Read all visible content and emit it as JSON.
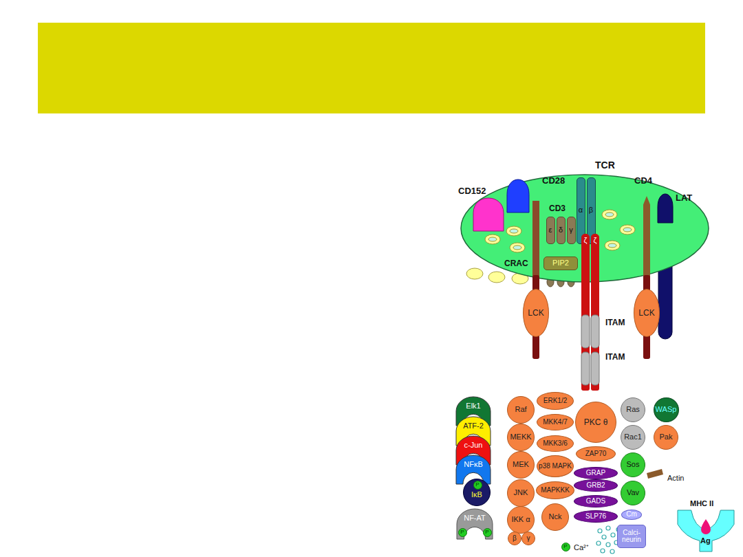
{
  "diagram": {
    "nodes": [
      {
        "text": [
          "CD152"
        ]
      },
      {
        "text": [
          "CD28"
        ]
      },
      {
        "text": [
          "α"
        ]
      },
      {
        "text": [
          "β"
        ]
      },
      {
        "text": [
          "CD4"
        ]
      },
      {
        "text": [
          "LAT"
        ]
      },
      {
        "text": [
          "ε"
        ]
      },
      {
        "text": [
          "δ"
        ]
      },
      {
        "text": [
          "γ"
        ]
      },
      {
        "text": [
          "PIP2"
        ]
      },
      {
        "text": [
          "LCK"
        ]
      },
      {
        "text": [
          "ζ"
        ]
      },
      {
        "text": [
          "ζ"
        ]
      },
      {
        "text": [
          "LCK"
        ]
      },
      {
        "text": [
          "Elk1"
        ]
      },
      {
        "text": [
          "ATF-2"
        ]
      },
      {
        "text": [
          "c-Jun"
        ]
      },
      {
        "text": [
          "NFκB"
        ]
      },
      {
        "text": [
          "IκB"
        ]
      },
      {
        "text": [
          "P"
        ],
        "in": 18
      },
      {
        "text": [
          "NF-AT"
        ]
      },
      {
        "text": [
          "P"
        ],
        "in": 20
      },
      {
        "text": [
          "P"
        ],
        "in": 20
      },
      {
        "text": [
          "Raf"
        ]
      },
      {
        "text": [
          "MEKK"
        ]
      },
      {
        "text": [
          "MEK"
        ]
      },
      {
        "text": [
          "JNK"
        ]
      },
      {
        "text": [
          "IKK α"
        ]
      },
      {
        "text": [
          "β"
        ]
      },
      {
        "text": [
          "γ"
        ]
      },
      {
        "text": [
          "ERK1/2"
        ]
      },
      {
        "text": [
          "MKK4/7"
        ]
      },
      {
        "text": [
          "MKK3/6"
        ]
      },
      {
        "text": [
          "p38 MAPK"
        ]
      },
      {
        "text": [
          "MAPKKK"
        ]
      },
      {
        "text": [
          "Nck"
        ]
      },
      {
        "text": [
          "P"
        ]
      },
      {
        "text": [
          "PKC θ"
        ]
      },
      {
        "text": [
          "ZAP70"
        ]
      },
      {
        "text": [
          "GRAP"
        ]
      },
      {
        "text": [
          "GRB2"
        ]
      },
      {
        "text": [
          "GADS"
        ]
      },
      {
        "text": [
          "SLP76"
        ]
      },
      {
        "text": [
          "Ras"
        ]
      },
      {
        "text": [
          "Rac1"
        ]
      },
      {
        "text": [
          "Sos"
        ]
      },
      {
        "text": [
          "Vav"
        ]
      },
      {
        "text": [
          "Cm"
        ]
      },
      {
        "text": [
          "Calci- neurin"
        ]
      },
      {
        "text": [
          "WASp"
        ]
      },
      {
        "text": [
          "Pak"
        ]
      },
      {
        "text": [
          "MHC II"
        ]
      },
      {
        "text": [
          "Ag"
        ],
        "in": 51
      }
    ],
    "labels": [
      "TCR",
      "CD3",
      "CRAC",
      "ITAM",
      "ITAM",
      "Actin",
      "Ca²⁺"
    ]
  }
}
